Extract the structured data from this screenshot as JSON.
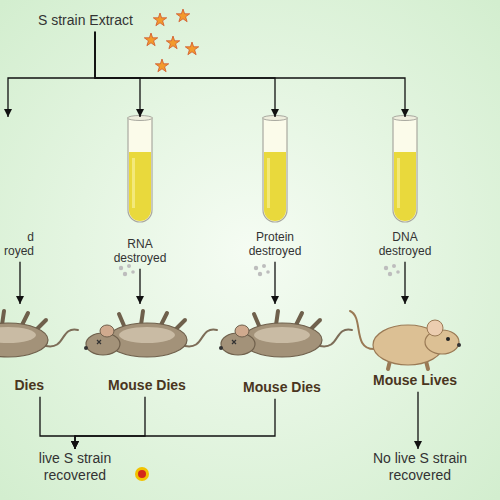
{
  "diagram": {
    "nodes": [
      {
        "text": [
          "S strain Extract"
        ]
      },
      {
        "text": [
          "d royed"
        ]
      },
      {
        "text": [
          "RNA destroyed"
        ]
      },
      {
        "text": [
          "Protein destroyed"
        ]
      },
      {
        "text": [
          "DNA destroyed"
        ]
      },
      {
        "text": [
          "Dies"
        ]
      },
      {
        "text": [
          "Mouse Dies"
        ]
      },
      {
        "text": [
          "Mouse Dies"
        ]
      },
      {
        "text": [
          "Mouse Lives"
        ]
      },
      {
        "text": [
          "live S strain recovered"
        ]
      },
      {
        "text": [
          "No live S strain recovered"
        ]
      }
    ],
    "edges": [
      {
        "from": 0,
        "to": 1,
        "arrow": "to"
      },
      {
        "from": 0,
        "to": 2,
        "arrow": "to"
      },
      {
        "from": 0,
        "to": 3,
        "arrow": "to"
      },
      {
        "from": 0,
        "to": 4,
        "arrow": "to"
      },
      {
        "from": 1,
        "to": 5,
        "arrow": "to"
      },
      {
        "from": 2,
        "to": 6,
        "arrow": "to"
      },
      {
        "from": 3,
        "to": 7,
        "arrow": "to"
      },
      {
        "from": 4,
        "to": 8,
        "arrow": "to"
      },
      {
        "from": 5,
        "to": 9,
        "arrow": "to"
      },
      {
        "from": 6,
        "to": 9,
        "arrow": "to"
      },
      {
        "from": 7,
        "to": 9,
        "arrow": "to"
      },
      {
        "from": 8,
        "to": 10,
        "arrow": "to"
      }
    ]
  }
}
